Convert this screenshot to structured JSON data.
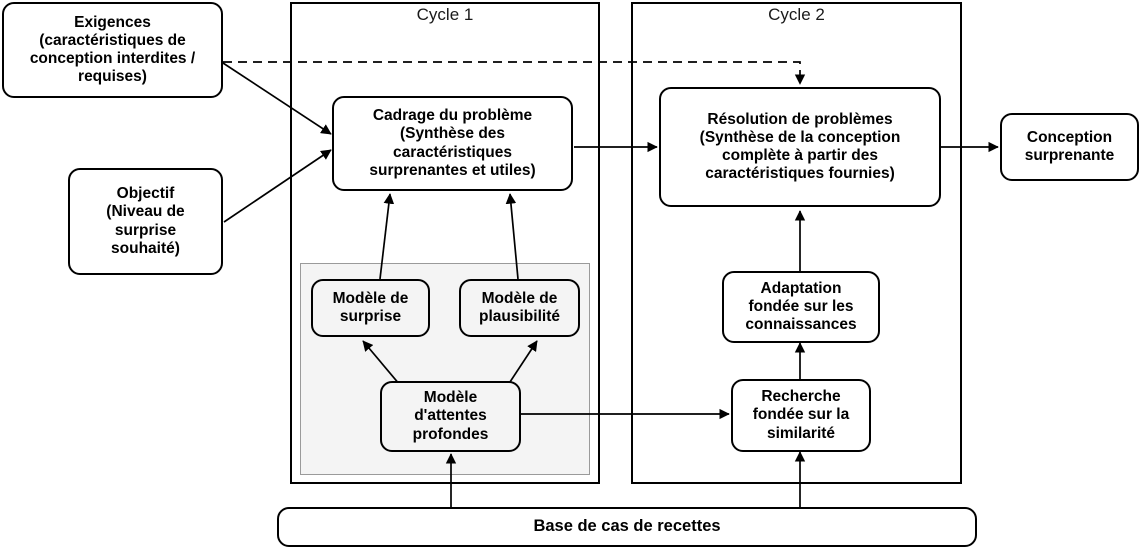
{
  "diagram": {
    "title_language": "fr",
    "containers": [
      {
        "id": "cycle1",
        "label": "Cycle 1"
      },
      {
        "id": "cycle2",
        "label": "Cycle 2"
      }
    ],
    "nodes": [
      {
        "id": "exigences",
        "label": "Exigences\n(caractéristiques de\nconception interdites /\nrequises)"
      },
      {
        "id": "objectif",
        "label": "Objectif\n(Niveau de\nsurprise\nsouhaité)"
      },
      {
        "id": "cadrage",
        "label": "Cadrage du problème\n(Synthèse des\ncaractéristiques\nsurprenantes et utiles)"
      },
      {
        "id": "resolution",
        "label": "Résolution de problèmes\n(Synthèse de la conception\ncomplète à partir des\ncaractéristiques fournies)"
      },
      {
        "id": "conception",
        "label": "Conception\nsurprenante"
      },
      {
        "id": "modele-surprise",
        "label": "Modèle de\nsurprise"
      },
      {
        "id": "modele-plausibilite",
        "label": "Modèle de\nplausibilité"
      },
      {
        "id": "modele-attentes",
        "label": "Modèle\nd'attentes\nprofondes"
      },
      {
        "id": "adaptation",
        "label": "Adaptation\nfondée sur les\nconnaissances"
      },
      {
        "id": "recherche",
        "label": "Recherche\nfondée sur la\nsimilarité"
      },
      {
        "id": "base-cas",
        "label": "Base de cas de recettes"
      }
    ],
    "edges": [
      {
        "from": "exigences",
        "to": "cadrage",
        "style": "solid"
      },
      {
        "from": "exigences",
        "to": "resolution",
        "style": "dashed"
      },
      {
        "from": "objectif",
        "to": "cadrage",
        "style": "solid"
      },
      {
        "from": "cadrage",
        "to": "resolution",
        "style": "solid"
      },
      {
        "from": "resolution",
        "to": "conception",
        "style": "solid"
      },
      {
        "from": "modele-surprise",
        "to": "cadrage",
        "style": "solid"
      },
      {
        "from": "modele-plausibilite",
        "to": "cadrage",
        "style": "solid"
      },
      {
        "from": "modele-attentes",
        "to": "modele-surprise",
        "style": "solid"
      },
      {
        "from": "modele-attentes",
        "to": "modele-plausibilite",
        "style": "solid"
      },
      {
        "from": "modele-attentes",
        "to": "recherche",
        "style": "solid"
      },
      {
        "from": "recherche",
        "to": "adaptation",
        "style": "solid"
      },
      {
        "from": "adaptation",
        "to": "resolution",
        "style": "solid"
      },
      {
        "from": "base-cas",
        "to": "modele-attentes",
        "style": "solid"
      },
      {
        "from": "base-cas",
        "to": "recherche",
        "style": "solid"
      }
    ],
    "colors": {
      "stroke": "#000000",
      "node_fill": "#ffffff",
      "group_fill": "#f4f4f4",
      "group_stroke": "#9a9a9a",
      "text": "#000000"
    }
  }
}
